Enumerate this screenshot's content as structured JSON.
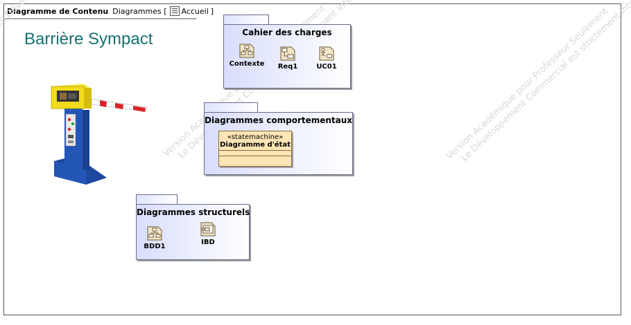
{
  "frame": {
    "type_label": "Diagramme de Contenu",
    "breadcrumb_prefix": "Diagrammes [",
    "breadcrumb_item": "Accueil",
    "breadcrumb_suffix": "]"
  },
  "title": "Barrière Sympact",
  "watermark": {
    "line1": "Version Académique pour Professeur Seulement",
    "line2": "Le Développement Commercial est strictement interdit"
  },
  "packages": {
    "cahier": {
      "title": "Cahier des charges",
      "items": [
        {
          "label": "Contexte",
          "icon": "block-definition-diagram-icon"
        },
        {
          "label": "Req1",
          "icon": "requirement-diagram-icon"
        },
        {
          "label": "UC01",
          "icon": "use-case-diagram-icon"
        }
      ]
    },
    "comportementaux": {
      "title": "Diagrammes comportementaux",
      "statemachine": {
        "stereotype": "«statemachine»",
        "name": "Diagramme d'état"
      }
    },
    "structurels": {
      "title": "Diagrammes structurels",
      "items": [
        {
          "label": "BDD1",
          "icon": "block-definition-diagram-icon"
        },
        {
          "label": "IBD",
          "icon": "internal-block-diagram-icon"
        }
      ]
    }
  },
  "colors": {
    "title": "#177070",
    "package_fill": "#d8defc",
    "statemachine_fill": "#fde5b5",
    "barrier_yellow": "#f2dc1c",
    "barrier_blue": "#2456b8",
    "barrier_red": "#d8252a"
  }
}
